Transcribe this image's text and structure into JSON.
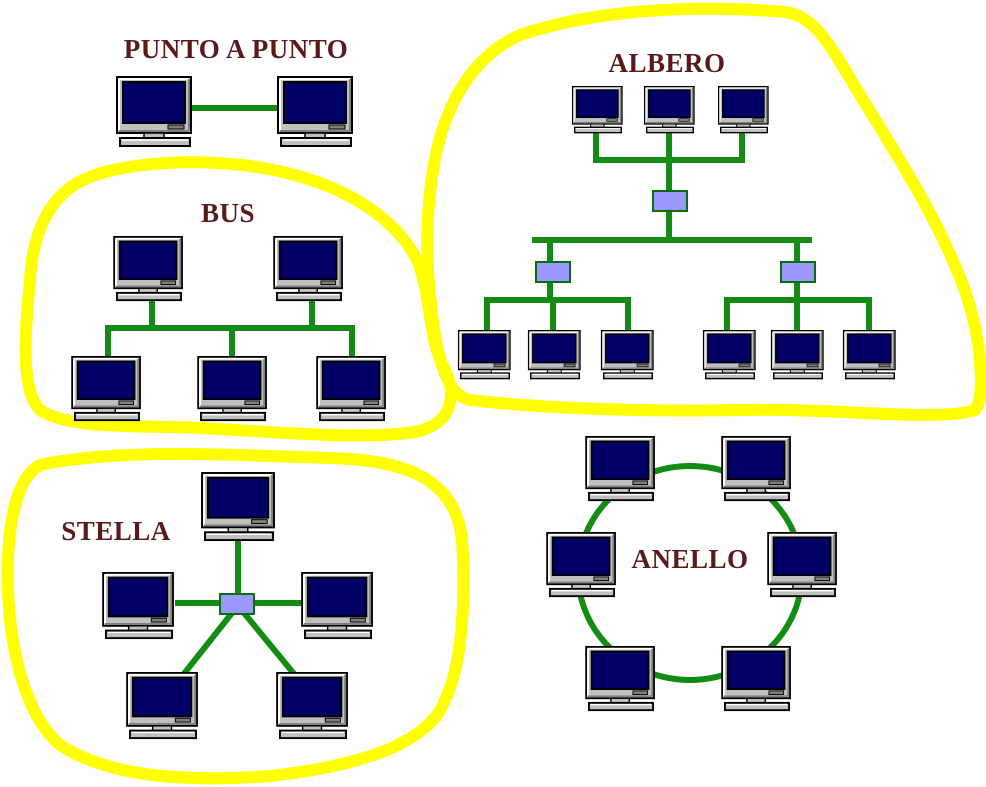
{
  "colors": {
    "title": "#5a1a1a",
    "highlight": "#ffff00",
    "cable": "#138c13",
    "monitor_case": "#c0c0c0",
    "monitor_screen": "#000066",
    "hub_fill": "#9999ff"
  },
  "icons": {
    "computer": "computer-monitor-icon",
    "hub": "network-hub-icon"
  },
  "topologies": {
    "point_to_point": {
      "label": "PUNTO A PUNTO",
      "computers": 2
    },
    "bus": {
      "label": "BUS",
      "computers": 5
    },
    "tree": {
      "label": "ALBERO",
      "computers": 9,
      "hubs": 3
    },
    "star": {
      "label": "STELLA",
      "computers": 5,
      "hubs": 1
    },
    "ring": {
      "label": "ANELLO",
      "computers": 6
    }
  }
}
